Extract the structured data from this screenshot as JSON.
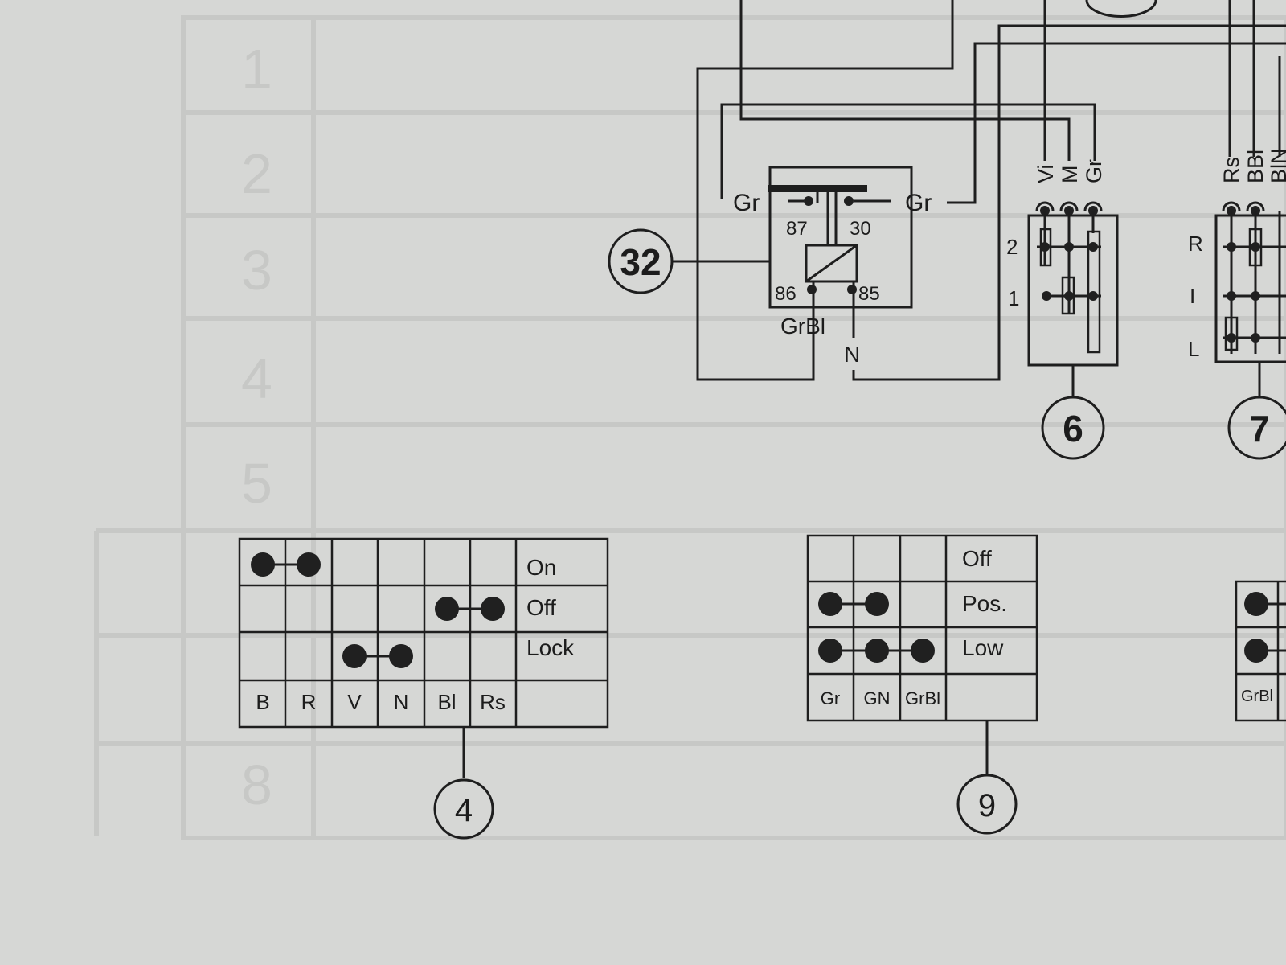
{
  "colors": {
    "paper": "#d6d7d5",
    "ink": "#1e1e1e",
    "ghost": "#c7c8c6"
  },
  "ghost_rows": [
    "1",
    "2",
    "3",
    "4",
    "5",
    "8"
  ],
  "relay": {
    "ref": "32",
    "wire_left": "Gr",
    "wire_right": "Gr",
    "pin_87": "87",
    "pin_30": "30",
    "pin_86": "86",
    "pin_85": "85",
    "wire_86": "GrBl",
    "wire_85": "N"
  },
  "switch6": {
    "ref": "6",
    "wires": [
      "Vi",
      "M",
      "Gr"
    ],
    "positions": [
      "2",
      "1"
    ]
  },
  "switch7": {
    "ref": "7",
    "wires": [
      "Rs",
      "BBl",
      "BlN"
    ],
    "positions": [
      "R",
      "I",
      "L"
    ]
  },
  "table4": {
    "ref": "4",
    "columns": [
      "B",
      "R",
      "V",
      "N",
      "Bl",
      "Rs"
    ],
    "rows": [
      "On",
      "Off",
      "Lock"
    ]
  },
  "table9": {
    "ref": "9",
    "columns": [
      "Gr",
      "GN",
      "GrBl"
    ],
    "rows": [
      "Off",
      "Pos.",
      "Low"
    ]
  },
  "table_partial": {
    "columns": [
      "GrBl"
    ]
  }
}
